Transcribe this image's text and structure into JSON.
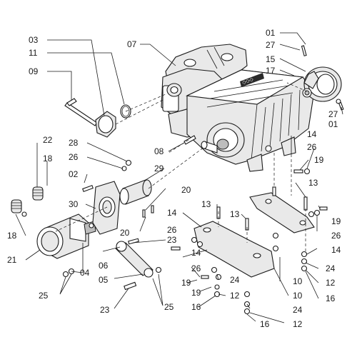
{
  "callouts": {
    "c01a": "01",
    "c27a": "27",
    "c15": "15",
    "c17": "17",
    "c27b": "27",
    "c01b": "01",
    "c03": "03",
    "c11": "11",
    "c07": "07",
    "c09": "09",
    "c22": "22",
    "c18a": "18",
    "c18b": "18",
    "c21": "21",
    "c28": "28",
    "c26a": "26",
    "c02": "02",
    "c30": "30",
    "c29": "29",
    "c08": "08",
    "c14a": "14",
    "c26b": "26",
    "c19a": "19",
    "c13a": "13",
    "c13b": "13",
    "c13c": "13",
    "c20a": "20",
    "c20b": "20",
    "c14b": "14",
    "c19b": "19",
    "c26c": "26",
    "c14c": "14",
    "c26d": "26",
    "c23a": "23",
    "c14d": "14",
    "c06": "06",
    "c04": "04",
    "c05": "05",
    "c24a": "24",
    "c26e": "26",
    "c19c": "19",
    "c19d": "19",
    "c12a": "12",
    "c12b": "12",
    "c16a": "16",
    "c16b": "16",
    "c10a": "10",
    "c10b": "10",
    "c24b": "24",
    "c12c": "12",
    "c16c": "16",
    "c25a": "25",
    "c25b": "25",
    "c23b": "23"
  },
  "nameplate": "◇◇◇"
}
